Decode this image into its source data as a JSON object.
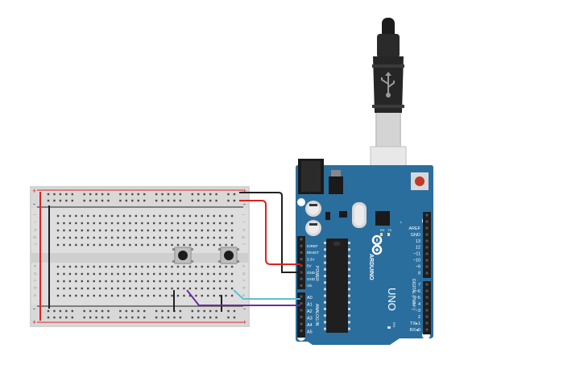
{
  "breadboard": {
    "row_letters_top": [
      "j",
      "i",
      "h",
      "g",
      "f"
    ],
    "row_letters_bottom": [
      "e",
      "d",
      "c",
      "b",
      "a"
    ],
    "column_count": 30,
    "rail_plus": "+",
    "rail_minus": "-"
  },
  "arduino": {
    "logo_text": "ARDUINO",
    "model_text": "UNO",
    "on_label": "ON",
    "tx_label": "TX",
    "rx_label": "RX",
    "l_label": "L",
    "power_header_title": "POWER",
    "analog_header_title": "ANALOG IN",
    "digital_header_title": "DIGITAL (PWM~)",
    "power_pins": [
      "IOREF",
      "RESET",
      "3.3V",
      "5V",
      "GND",
      "GND",
      "Vin"
    ],
    "analog_pins": [
      "A0",
      "A1",
      "A2",
      "A3",
      "A4",
      "A5"
    ],
    "digital_top_pins": [
      "AREF",
      "GND",
      "13",
      "12",
      "~11",
      "~10",
      "~9",
      "8"
    ],
    "digital_bottom_pins": [
      "7",
      "~6",
      "~5",
      "4",
      "~3",
      "2",
      "TX▸1",
      "RX◂0"
    ]
  },
  "colors": {
    "board_blue": "#2a6e9e",
    "header_black": "#1e1e1e",
    "rail_red": "#e02424",
    "rail_black": "#222222",
    "wire_red": "#e02020",
    "wire_black": "#202020",
    "wire_cyan": "#5cc0d8",
    "wire_purple": "#6a2c9e",
    "usb_gray": "#c8c8c8"
  },
  "icons": [
    "usb-cable-icon",
    "infinity-logo-icon",
    "reset-button-icon"
  ]
}
